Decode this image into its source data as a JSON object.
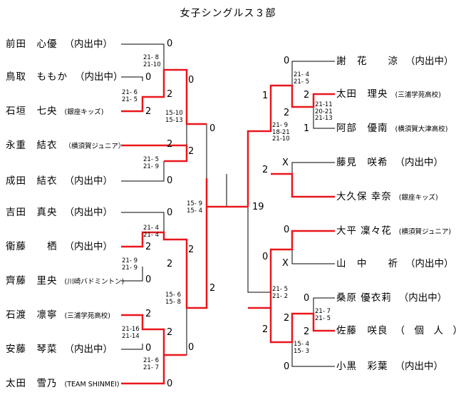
{
  "title": "女子シングルス３部",
  "left_players": [
    {
      "name": "前田　心優",
      "club": "（内出中）",
      "club_small": false
    },
    {
      "name": "鳥取　ももか",
      "club": "（内出中）",
      "club_small": false
    },
    {
      "name": "石垣　七央",
      "club": "(銀座キッズ)",
      "club_small": true
    },
    {
      "name": "永重　結衣",
      "club": "（横須賀ジュニア）",
      "club_small": true
    },
    {
      "name": "成田　結衣",
      "club": "（内出中）",
      "club_small": false
    },
    {
      "name": "吉田　真央",
      "club": "（内出中）",
      "club_small": false
    },
    {
      "name": "衞藤　　栖",
      "club": "（内出中）",
      "club_small": false
    },
    {
      "name": "齊藤　里央",
      "club": "(川崎バドミントン)",
      "club_small": true
    },
    {
      "name": "石渡　凛寧",
      "club": "(三浦学苑高校)",
      "club_small": true
    },
    {
      "name": "安藤　琴菜",
      "club": "（内出中）",
      "club_small": false
    },
    {
      "name": "太田　雪乃",
      "club": "(TEAM SHINMEI)",
      "club_small": true
    }
  ],
  "right_players": [
    {
      "name": "謝　花　　涼",
      "club": "（内出中）",
      "club_small": false
    },
    {
      "name": "太田　理央",
      "club": "(三浦学苑高校)",
      "club_small": true
    },
    {
      "name": "阿部　優南",
      "club": "(横須賀大津高校)",
      "club_small": true
    },
    {
      "name": "藤見　咲希",
      "club": "（内出中）",
      "club_small": false
    },
    {
      "name": "大久保 幸奈",
      "club": "(銀座キッズ)",
      "club_small": true
    },
    {
      "name": "大平 凜々花",
      "club": "(横須賀ジュニア)",
      "club_small": true
    },
    {
      "name": "山　中　　祈",
      "club": "（内出中）",
      "club_small": false
    },
    {
      "name": "桑原 優衣莉",
      "club": "（内出中）",
      "club_small": false
    },
    {
      "name": "佐藤　咲良",
      "club": "（　個　人　）",
      "club_small": false
    },
    {
      "name": "小黒　彩葉",
      "club": "（内出中）",
      "club_small": false
    }
  ],
  "round_scores": [
    "0",
    "0",
    "2",
    "0",
    "2",
    "2",
    "0",
    "2",
    "0",
    "0",
    "2",
    "2",
    "0",
    "2",
    "0",
    "2",
    "0",
    "2",
    "0",
    "2",
    "1",
    "0",
    "2",
    "1",
    "2",
    "X",
    "2",
    "0",
    "X",
    "0",
    "2",
    "0",
    "2",
    "2",
    "0",
    "19"
  ],
  "game_scores": [
    "21- 8\n21-10",
    "21- 6\n21- 5",
    "15-10\n15-13",
    "21- 5\n21- 9",
    "21- 4\n21- 4",
    "21- 9\n21- 9",
    "15- 6\n15- 8",
    "21-16\n21-14",
    "21- 6\n21- 7",
    "15- 9\n15- 4",
    "21- 4\n21- 5",
    "21-11\n20-21\n21-13",
    "21- 9\n18-21\n21-10",
    "21- 5\n21- 2",
    "21- 7\n21- 5",
    "15- 4\n15- 3"
  ]
}
